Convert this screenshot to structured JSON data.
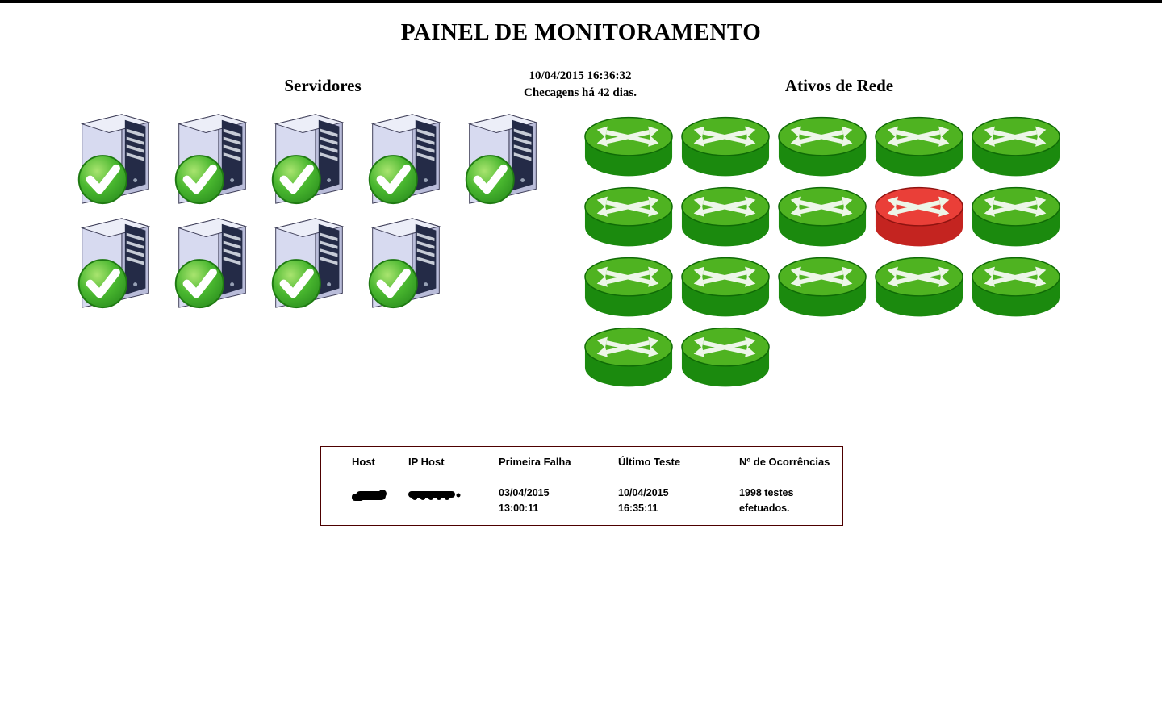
{
  "title": "PAINEL DE MONITORAMENTO",
  "status": {
    "datetime": "10/04/2015 16:36:32",
    "message": "Checagens há 42 dias."
  },
  "servers": {
    "heading": "Servidores",
    "items": [
      {
        "status": "ok"
      },
      {
        "status": "ok"
      },
      {
        "status": "ok"
      },
      {
        "status": "ok"
      },
      {
        "status": "ok"
      },
      {
        "status": "ok"
      },
      {
        "status": "ok"
      },
      {
        "status": "ok"
      },
      {
        "status": "ok"
      }
    ]
  },
  "network": {
    "heading": "Ativos de Rede",
    "items": [
      {
        "status": "ok"
      },
      {
        "status": "ok"
      },
      {
        "status": "ok"
      },
      {
        "status": "ok"
      },
      {
        "status": "ok"
      },
      {
        "status": "ok"
      },
      {
        "status": "ok"
      },
      {
        "status": "ok"
      },
      {
        "status": "fail"
      },
      {
        "status": "ok"
      },
      {
        "status": "ok"
      },
      {
        "status": "ok"
      },
      {
        "status": "ok"
      },
      {
        "status": "ok"
      },
      {
        "status": "ok"
      },
      {
        "status": "ok"
      },
      {
        "status": "ok"
      }
    ]
  },
  "failures_table": {
    "headers": [
      "Host",
      "IP Host",
      "Primeira Falha",
      "Último Teste",
      "Nº de Ocorrências"
    ],
    "row": {
      "host_redacted": true,
      "ip_redacted": true,
      "first_fail_date": "03/04/2015",
      "first_fail_time": "13:00:11",
      "last_test_date": "10/04/2015",
      "last_test_time": "16:35:11",
      "occurrences_line1": "1998 testes",
      "occurrences_line2": "efetuados."
    }
  },
  "colors": {
    "router_ok_top": "#4fb321",
    "router_ok_body": "#1b8a0e",
    "router_fail_top": "#ea3f38",
    "router_fail_body": "#c42420",
    "check_badge_green": "#3aa52a",
    "server_body": "#d7daf0",
    "table_border": "#4d0000"
  }
}
